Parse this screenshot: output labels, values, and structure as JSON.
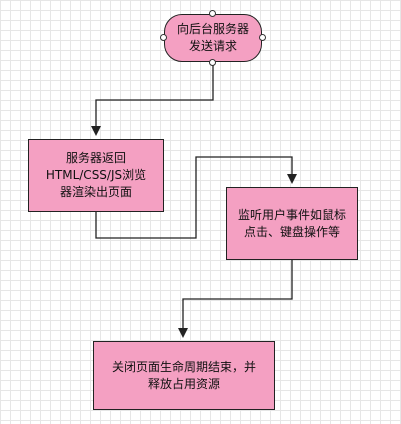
{
  "nodes": {
    "start": {
      "label": "向后台服务器\n发送请求"
    },
    "server_return": {
      "label": "服务器返回\nHTML/CSS/JS浏览\n器渲染出页面"
    },
    "listen_events": {
      "label": "监听用户事件如鼠标\n点击、键盘操作等"
    },
    "close_page": {
      "label": "关闭页面生命周期结束，并\n释放占用资源"
    }
  },
  "colors": {
    "node_fill": "#f4a0c2",
    "stroke": "#222222",
    "grid": "#e6e6e6"
  }
}
